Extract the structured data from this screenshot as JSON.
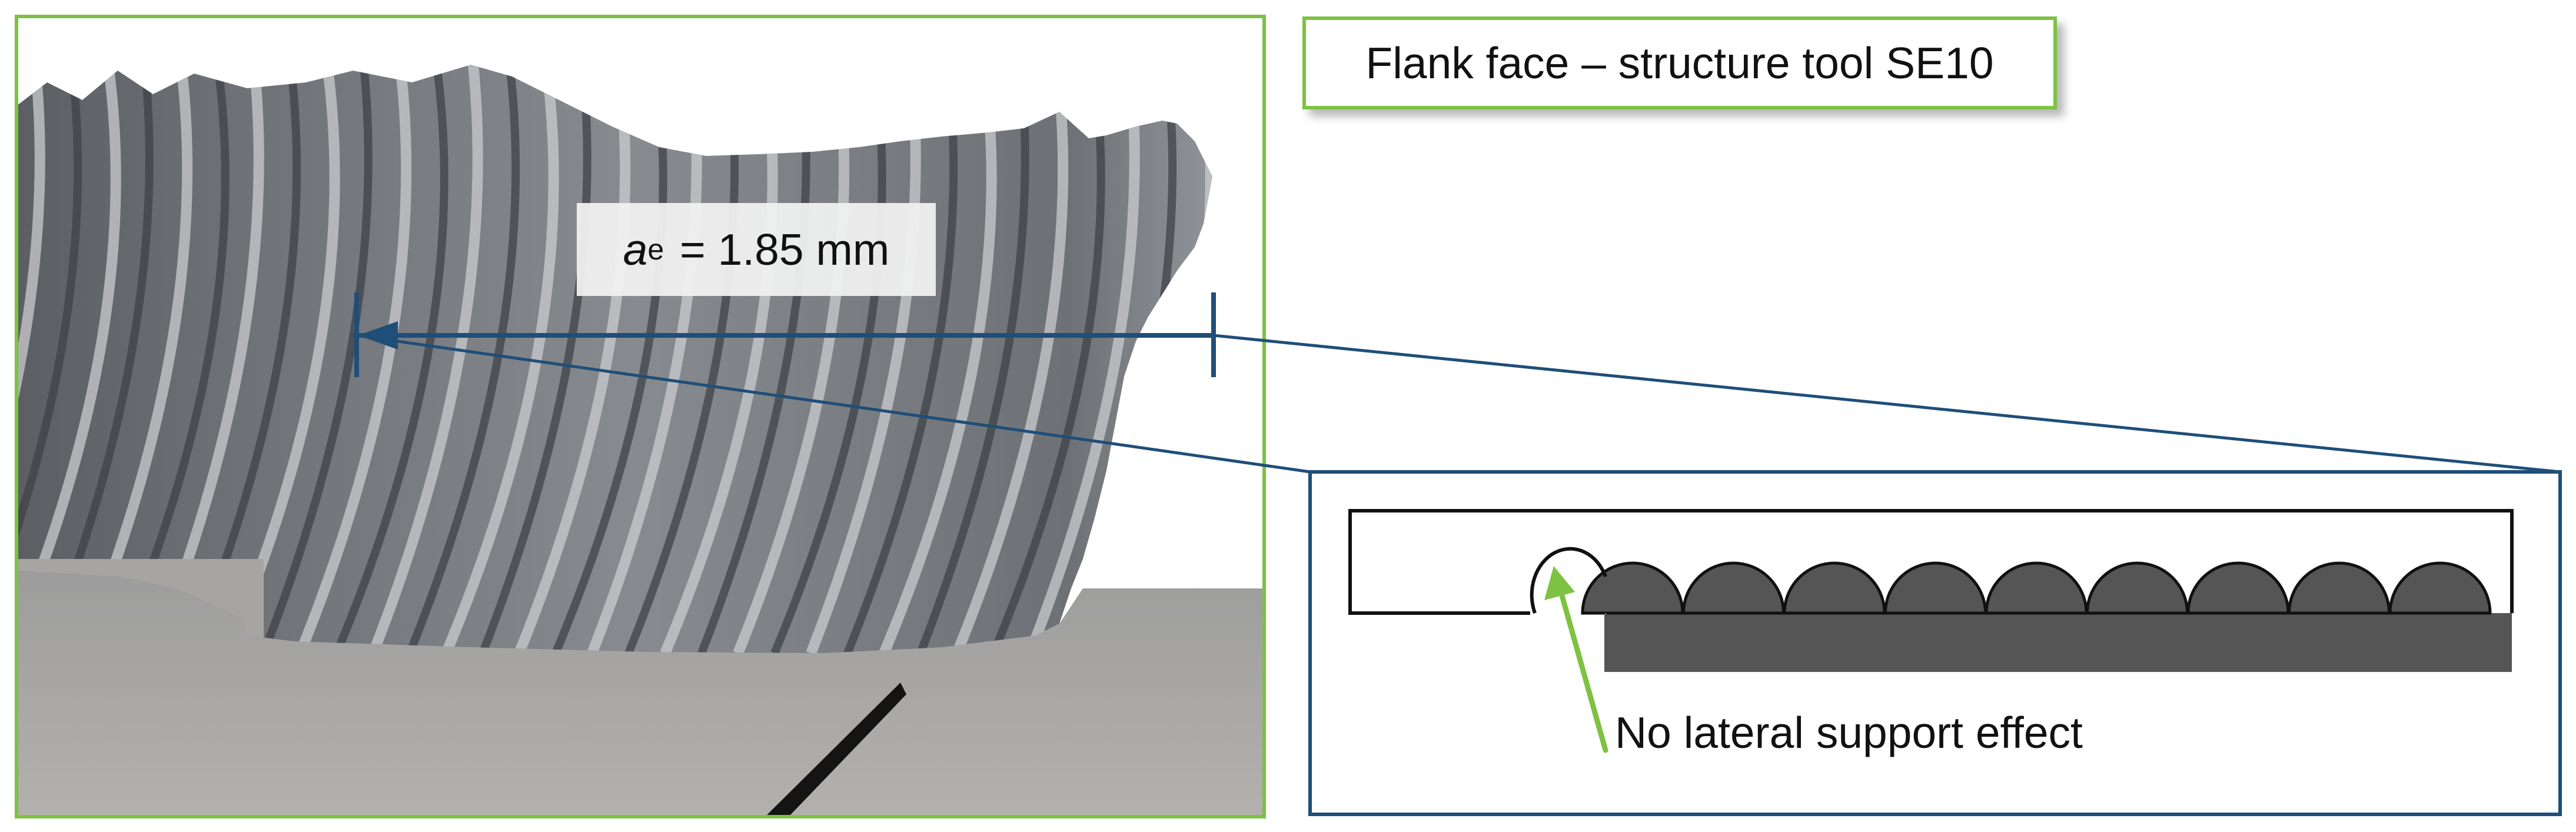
{
  "title": "Flank face – structure tool SE10",
  "measurement": {
    "symbol": "a",
    "subscript": "e",
    "equals": "=",
    "value": "1.85 mm"
  },
  "annotation": "No lateral support effect",
  "colors": {
    "photo_frame": "#7dc242",
    "inset_frame": "#1f4e79",
    "dimension_line": "#1f4e79",
    "arrow": "#7dc242",
    "profile_fill": "#555555"
  }
}
